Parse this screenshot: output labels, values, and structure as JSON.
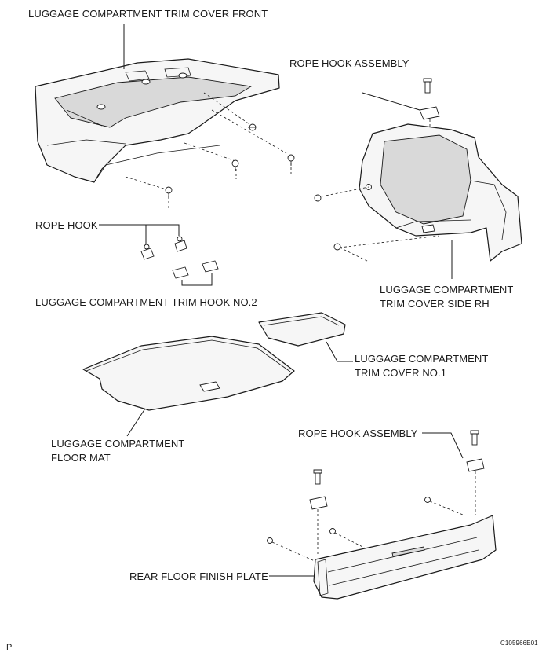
{
  "labels": {
    "trim_cover_front": "LUGGAGE COMPARTMENT TRIM COVER FRONT",
    "rope_hook_assembly_top": "ROPE HOOK ASSEMBLY",
    "rope_hook": "ROPE HOOK",
    "trim_cover_side_rh_line1": "LUGGAGE COMPARTMENT",
    "trim_cover_side_rh_line2": "TRIM COVER SIDE RH",
    "trim_hook_no2": "LUGGAGE COMPARTMENT TRIM HOOK NO.2",
    "trim_cover_no1_line1": "LUGGAGE COMPARTMENT",
    "trim_cover_no1_line2": "TRIM COVER NO.1",
    "floor_mat_line1": "LUGGAGE COMPARTMENT",
    "floor_mat_line2": "FLOOR MAT",
    "rope_hook_assembly_bottom": "ROPE HOOK ASSEMBLY",
    "rear_floor_finish_plate": "REAR FLOOR FINISH PLATE",
    "figure_code": "C105966E01",
    "page_mark": "P"
  }
}
